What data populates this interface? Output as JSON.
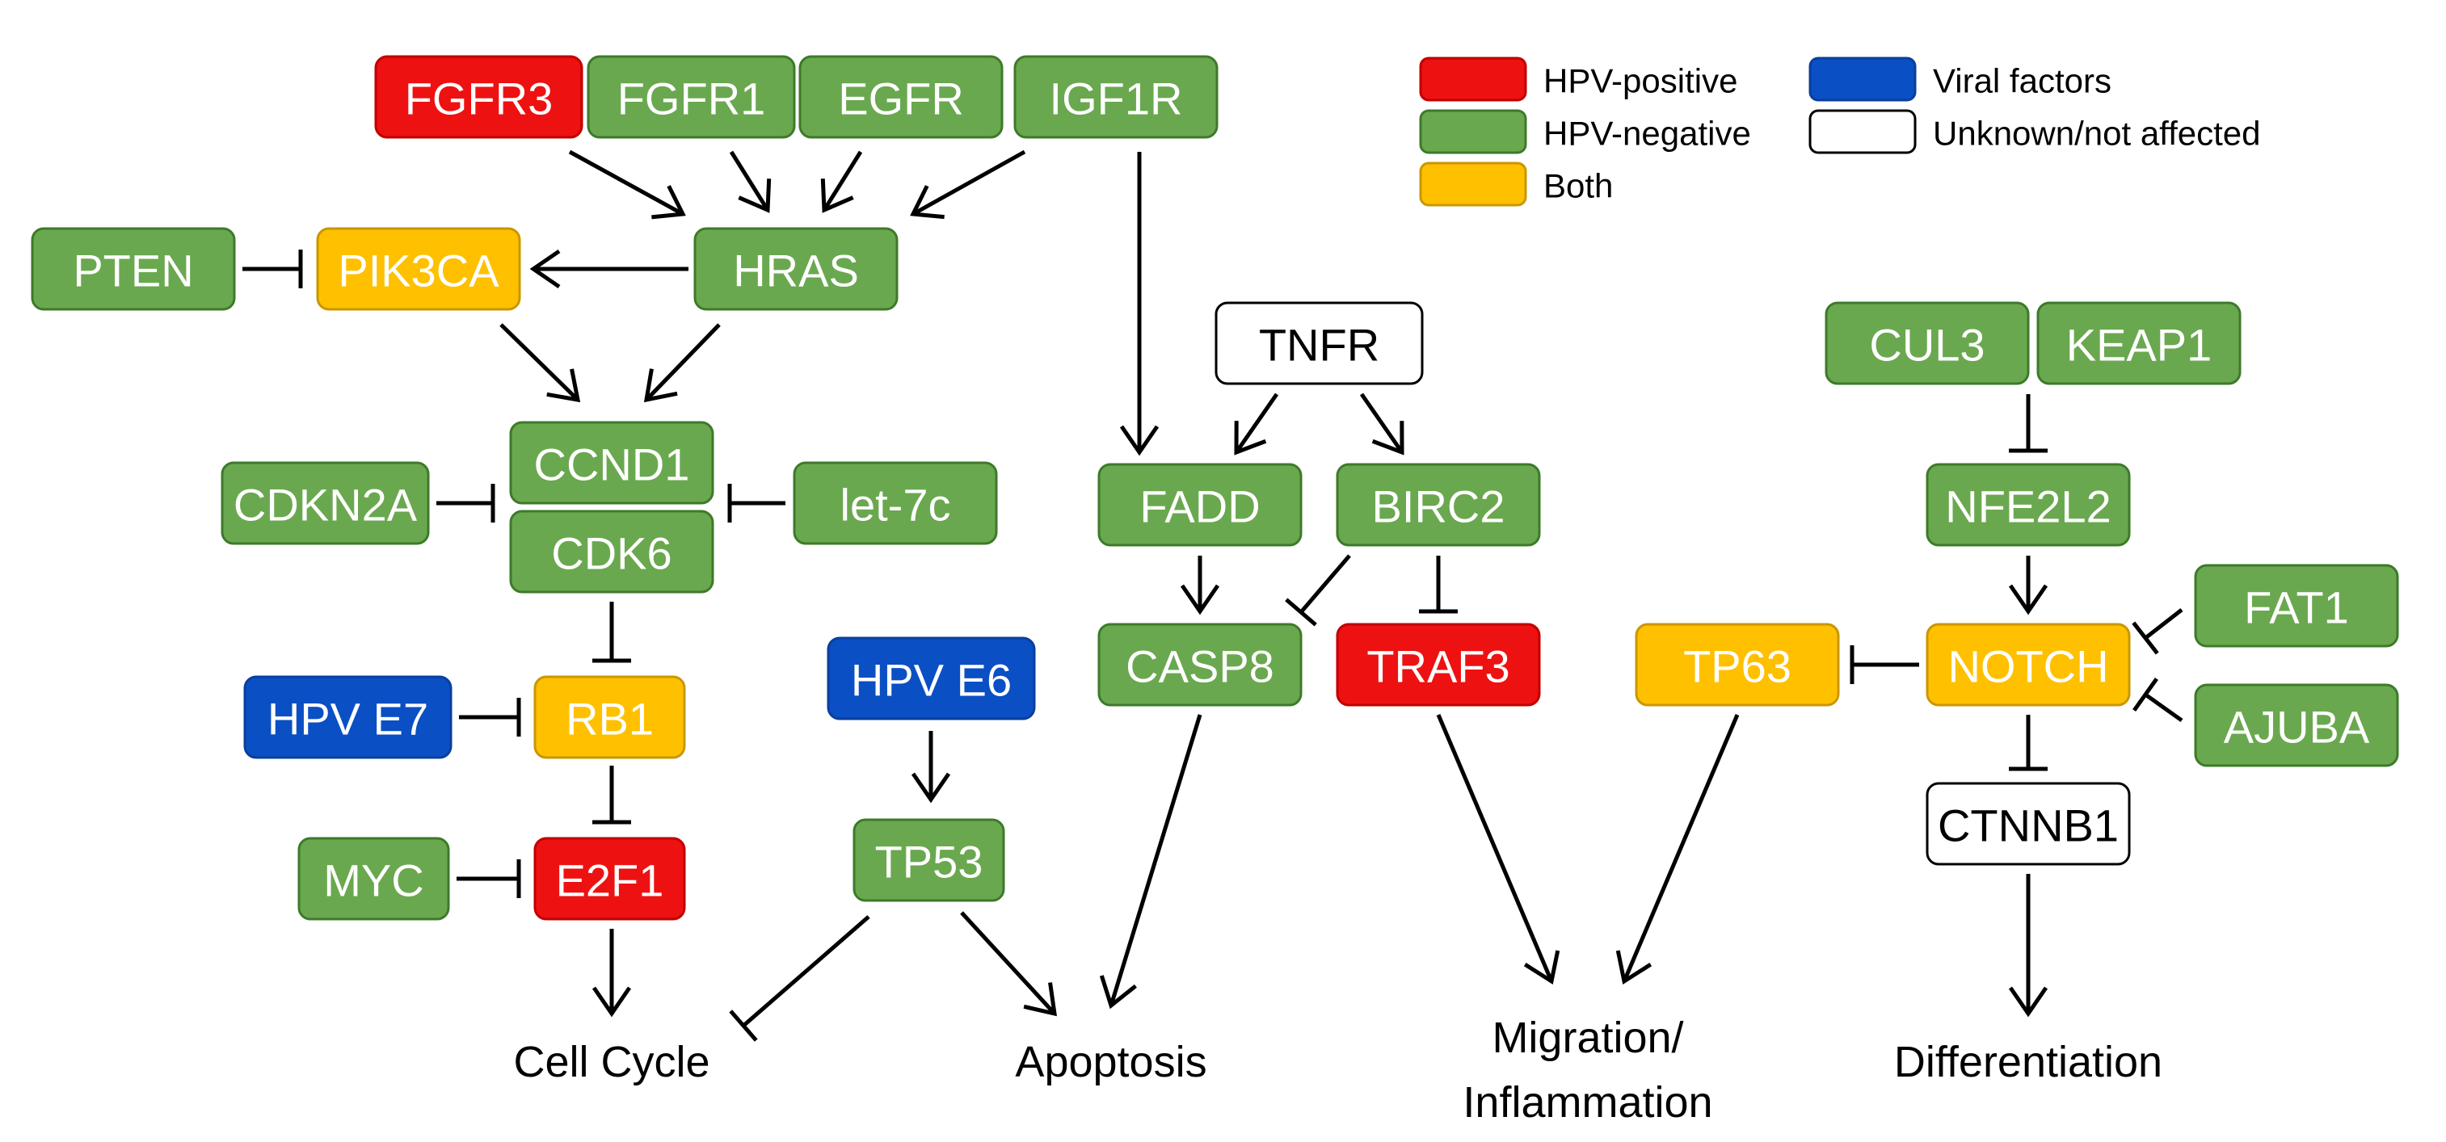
{
  "colors": {
    "hpv_positive": "#ee1111",
    "hpv_negative": "#6aa84f",
    "both": "#ffc000",
    "viral": "#0a4fc4",
    "unknown": "#ffffff",
    "border_dark": "#3d7a2a",
    "text_light": "#ffffff",
    "text_dark": "#000000"
  },
  "legend": {
    "hpv_positive": "HPV-positive",
    "hpv_negative": "HPV-negative",
    "both": "Both",
    "viral": "Viral factors",
    "unknown": "Unknown/not affected"
  },
  "nodes": {
    "fgfr3": "FGFR3",
    "fgfr1": "FGFR1",
    "egfr": "EGFR",
    "igf1r": "IGF1R",
    "pten": "PTEN",
    "pik3ca": "PIK3CA",
    "hras": "HRAS",
    "ccnd1": "CCND1",
    "cdk6": "CDK6",
    "cdkn2a": "CDKN2A",
    "let7c": "let-7c",
    "hpv_e7": "HPV E7",
    "rb1": "RB1",
    "myc": "MYC",
    "e2f1": "E2F1",
    "hpv_e6": "HPV E6",
    "tp53": "TP53",
    "tnfr": "TNFR",
    "fadd": "FADD",
    "birc2": "BIRC2",
    "casp8": "CASP8",
    "traf3": "TRAF3",
    "cul3": "CUL3",
    "keap1": "KEAP1",
    "nfe2l2": "NFE2L2",
    "tp63": "TP63",
    "notch": "NOTCH",
    "fat1": "FAT1",
    "ajuba": "AJUBA",
    "ctnnb1": "CTNNB1"
  },
  "outcomes": {
    "cell_cycle": "Cell Cycle",
    "apoptosis": "Apoptosis",
    "migration_line1": "Migration/",
    "migration_line2": "Inflammation",
    "differentiation": "Differentiation"
  }
}
